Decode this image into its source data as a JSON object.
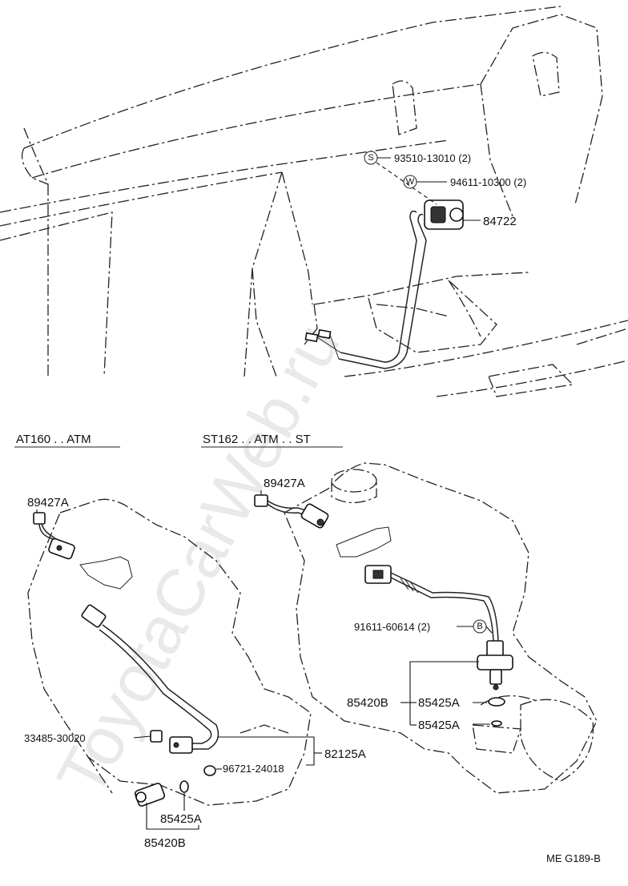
{
  "sections": {
    "left_title": "AT160 . . ATM",
    "right_title": "ST162 . . ATM . . ST"
  },
  "symbols": {
    "s": "S",
    "w": "W",
    "b": "B"
  },
  "top": {
    "bolt": "93510-13010 (2)",
    "washer": "94611-10300 (2)",
    "unit": "84722"
  },
  "left": {
    "switch": "89427A",
    "clamp": "33485-30020",
    "oring": "96721-24018",
    "harness": "82125A",
    "gasket": "85425A",
    "sensor": "85420B"
  },
  "right": {
    "switch": "89427A",
    "bolt": "91611-60614 (2)",
    "sensor": "85420B",
    "oring1": "85425A",
    "oring2": "85425A"
  },
  "watermark": "ToyotaCarWeb.ru",
  "code": "ME G189-B"
}
